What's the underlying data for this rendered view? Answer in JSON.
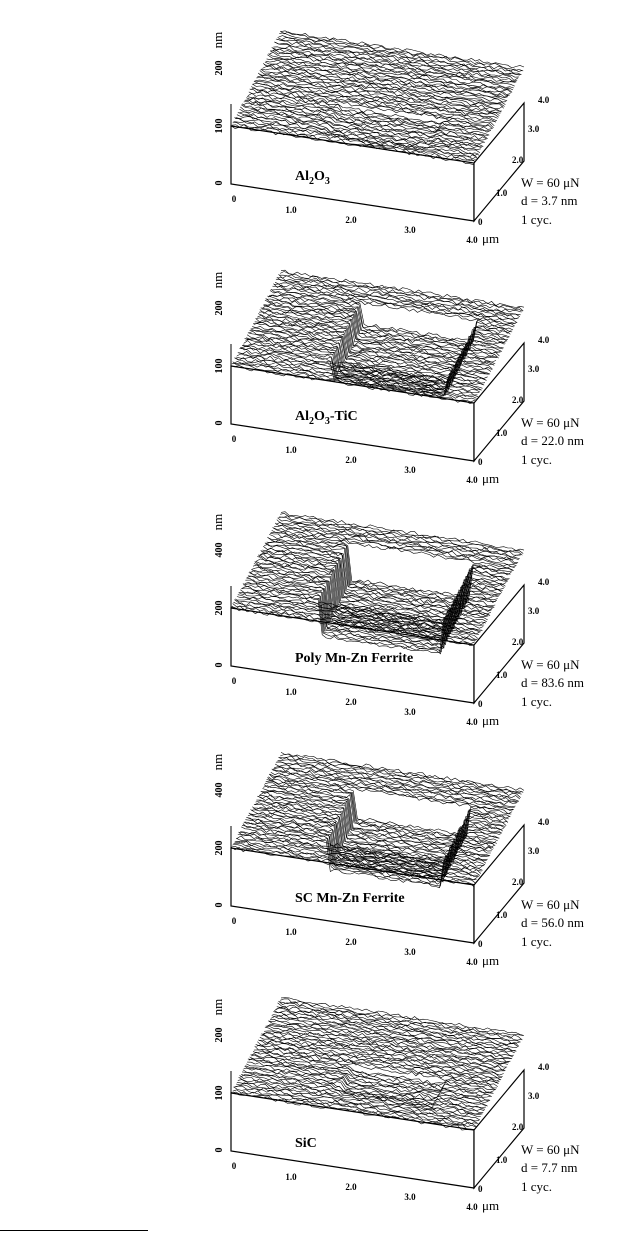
{
  "figure": {
    "x_ticks": [
      "0",
      "1.0",
      "2.0",
      "3.0",
      "4.0"
    ],
    "x_unit": "μm",
    "y_ticks": [
      "0",
      "1.0",
      "2.0",
      "3.0",
      "4.0"
    ],
    "panels": [
      {
        "material": {
          "base": "Al",
          "sub1": "2",
          "mid": "O",
          "sub2": "3",
          "tail": ""
        },
        "z_label": "nm",
        "z_ticks": [
          "0",
          "100",
          "200"
        ],
        "load": "W = 60 μN",
        "depth": "d = 3.7 nm",
        "cycles": "1 cyc."
      },
      {
        "material": {
          "base": "Al",
          "sub1": "2",
          "mid": "O",
          "sub2": "3",
          "tail": "-TiC"
        },
        "z_label": "nm",
        "z_ticks": [
          "0",
          "100",
          "200"
        ],
        "load": "W = 60 μN",
        "depth": "d = 22.0 nm",
        "cycles": "1 cyc."
      },
      {
        "material": {
          "base": "Poly Mn-Zn Ferrite",
          "sub1": "",
          "mid": "",
          "sub2": "",
          "tail": ""
        },
        "z_label": "nm",
        "z_ticks": [
          "0",
          "200",
          "400"
        ],
        "load": "W = 60 μN",
        "depth": "d = 83.6 nm",
        "cycles": "1 cyc."
      },
      {
        "material": {
          "base": "SC Mn-Zn Ferrite",
          "sub1": "",
          "mid": "",
          "sub2": "",
          "tail": ""
        },
        "z_label": "nm",
        "z_ticks": [
          "0",
          "200",
          "400"
        ],
        "load": "W = 60 μN",
        "depth": "d = 56.0 nm",
        "cycles": "1 cyc."
      },
      {
        "material": {
          "base": "SiC",
          "sub1": "",
          "mid": "",
          "sub2": "",
          "tail": ""
        },
        "z_label": "nm",
        "z_ticks": [
          "0",
          "100",
          "200"
        ],
        "load": "W = 60 μN",
        "depth": "d = 7.7 nm",
        "cycles": "1 cyc."
      }
    ]
  }
}
